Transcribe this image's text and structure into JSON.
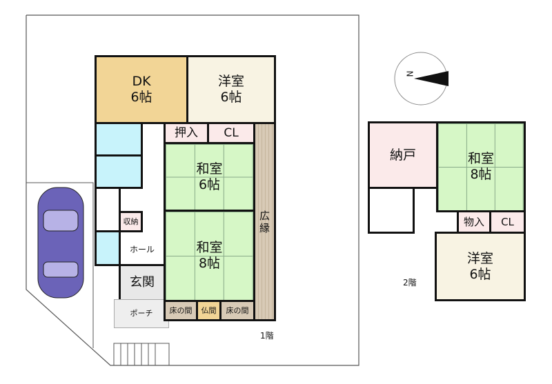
{
  "floor1": {
    "label": "1階",
    "rooms": {
      "dk": "DK\n6帖",
      "western": "洋室\n6帖",
      "oshiire": "押入",
      "cl": "CL",
      "washitsu6": "和室\n6帖",
      "washitsu8": "和室\n8帖",
      "hiroen": "広\n縁",
      "storage": "収納",
      "hall": "ホール",
      "genkan": "玄関",
      "porch": "ポーチ",
      "tokonoma1": "床の間",
      "butsuma": "仏間",
      "tokonoma2": "床の間"
    }
  },
  "floor2": {
    "label": "2階",
    "rooms": {
      "nando": "納戸",
      "washitsu8": "和室\n8帖",
      "monoire": "物入",
      "cl": "CL",
      "western": "洋室\n6帖"
    }
  },
  "compass": {
    "north_label": "N"
  },
  "colors": {
    "dk": "#f2d596",
    "western": "#f8f3e3",
    "washitsu": "#d6f7c6",
    "closet": "#fbeaea",
    "bath": "#c8f3fb",
    "hiroen": "#d8cab6",
    "car": "#6b63b8"
  }
}
